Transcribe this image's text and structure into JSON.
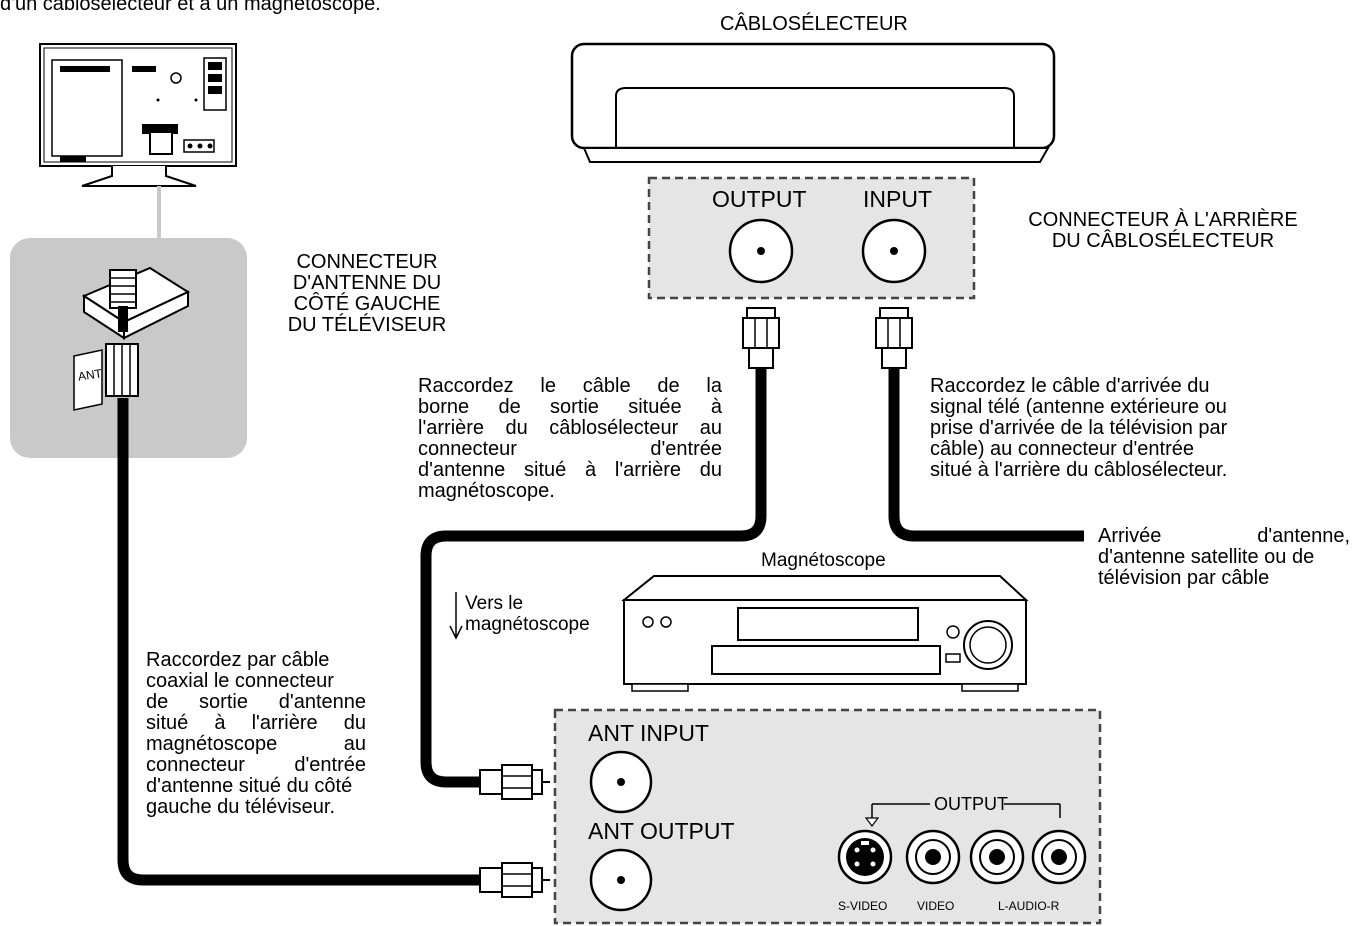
{
  "intro_fragment": "d'un câblosélecteur et à un magnétoscope.",
  "cable_box": {
    "title": "CÂBLOSÉLECTEUR",
    "output_label": "OUTPUT",
    "input_label": "INPUT",
    "rear_caption": [
      "CONNECTEUR À L'ARRIÈRE",
      "DU CÂBLOSÉLECTEUR"
    ]
  },
  "tv": {
    "side_caption": [
      "CONNECTEUR",
      "D'ANTENNE DU",
      "CÔTÉ GAUCHE",
      "DU TÉLÉVISEUR"
    ],
    "ant_tag": "ANT"
  },
  "notes": {
    "cable_box_to_vcr": [
      "Raccordez le câble de la",
      "borne de sortie située à",
      "l'arrière du câblosélecteur au",
      "connecteur d'entrée",
      "d'antenne situé à l'arrière du",
      "magnétoscope."
    ],
    "incoming_to_cable_box": [
      "Raccordez le câble d'arrivée du",
      "signal télé (antenne extérieure ou",
      "prise d'arrivée de la télévision par",
      "câble) au connecteur d'entrée",
      "situé à l'arrière du câblosélecteur."
    ],
    "incoming_source": [
      "Arrivée d'antenne,",
      "d'antenne satellite ou de",
      "télévision par câble"
    ],
    "to_vcr": [
      "Vers le",
      "magnétoscope"
    ],
    "vcr_to_tv": [
      "Raccordez par câble",
      "coaxial le connecteur",
      "de sortie d'antenne",
      "situé à l'arrière du",
      "magnétoscope au",
      "connecteur d'entrée",
      "d'antenne situé du côté",
      "gauche du téléviseur."
    ]
  },
  "vcr": {
    "title": "Magnétoscope",
    "ant_input_label": "ANT INPUT",
    "ant_output_label": "ANT OUTPUT",
    "output_group_label": "OUTPUT",
    "svideo_label": "S-VIDEO",
    "video_label": "VIDEO",
    "audio_label": "L-AUDIO-R"
  },
  "colors": {
    "panel_fill": "#e5e5e5",
    "tv_panel_fill": "#c9c9c9",
    "cable": "#000000"
  },
  "icons": [
    "tv-rear-icon",
    "cable-box-icon",
    "vcr-icon",
    "coax-plug-icon",
    "coax-jack-icon",
    "s-video-jack-icon",
    "rca-jack-icon",
    "down-arrow-icon"
  ]
}
